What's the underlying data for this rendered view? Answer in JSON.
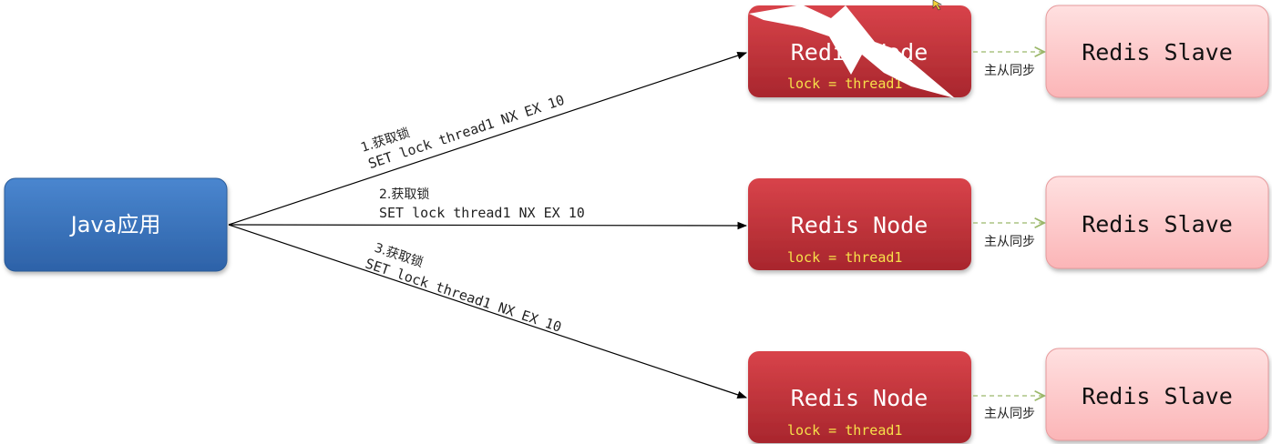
{
  "client": {
    "label": "Java应用",
    "fill": "#3a73bd",
    "stroke": "#2c5c99"
  },
  "requests": [
    {
      "step": "1.获取锁",
      "command": "SET lock thread1 NX EX 10"
    },
    {
      "step": "2.获取锁",
      "command": "SET lock thread1 NX EX 10"
    },
    {
      "step": "3.获取锁",
      "command": "SET lock thread1 NX EX 10"
    }
  ],
  "nodes": [
    {
      "label": "Redis Node",
      "lock_text": "lock = thread1",
      "failed": true
    },
    {
      "label": "Redis Node",
      "lock_text": "lock = thread1",
      "failed": false
    },
    {
      "label": "Redis Node",
      "lock_text": "lock = thread1",
      "failed": false
    }
  ],
  "sync_label": "主从同步",
  "slaves": [
    {
      "label": "Redis Slave"
    },
    {
      "label": "Redis Slave"
    },
    {
      "label": "Redis Slave"
    }
  ],
  "colors": {
    "node_fill": "#c7333a",
    "node_lock_text": "#f7e04a",
    "slave_fill": "#fdc7c8",
    "slave_stroke": "#e79a9c",
    "sync_arrow": "#9bb86a",
    "arrow": "#000000",
    "failure_bolt": "#ffffff"
  }
}
